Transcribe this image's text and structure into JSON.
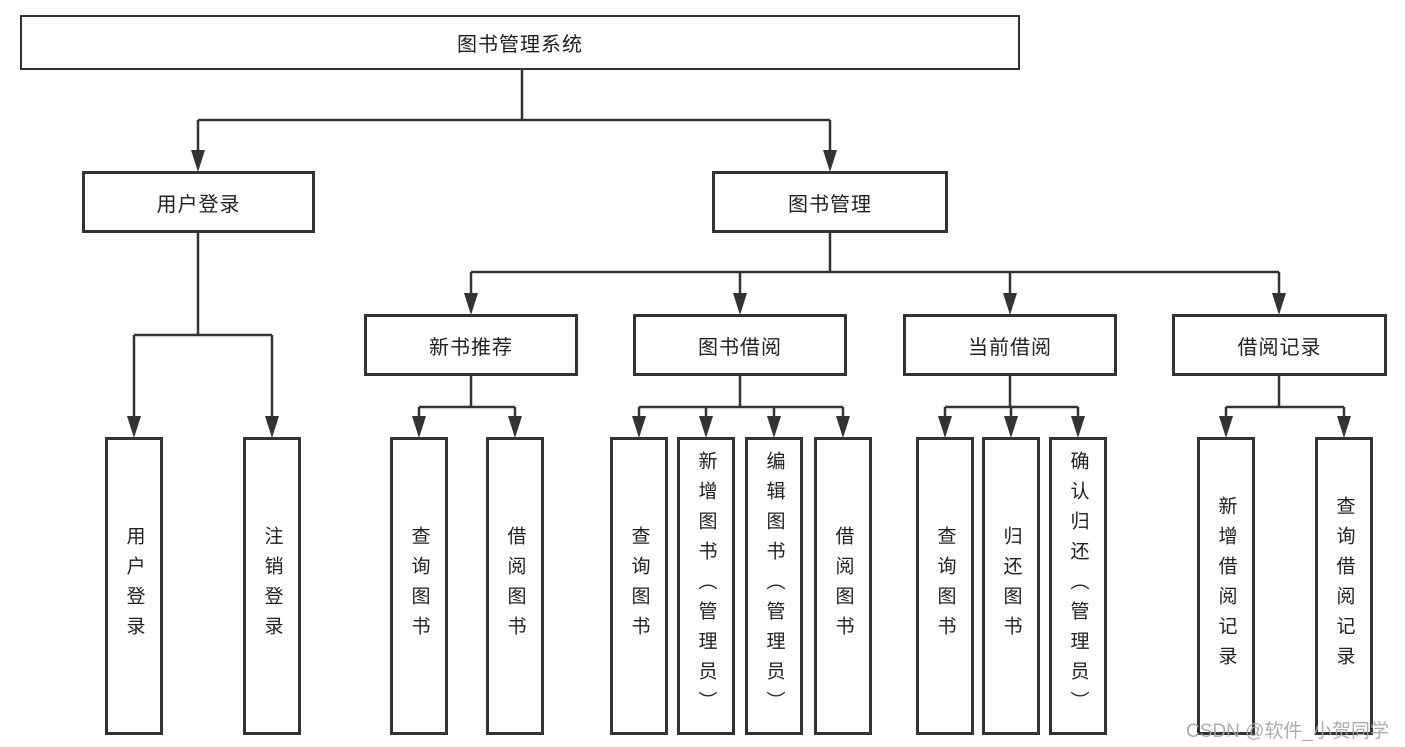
{
  "diagram": {
    "title": "图书管理系统",
    "type": "hierarchy-tree",
    "colors": {
      "line": "#333333",
      "box_border": "#333333",
      "text": "#212121",
      "background": "#ffffff",
      "watermark": "#a4a4a4"
    },
    "nodes": {
      "root": {
        "label": "图书管理系统"
      },
      "level1": [
        {
          "label": "用户登录"
        },
        {
          "label": "图书管理"
        }
      ],
      "level2": [
        {
          "label": "新书推荐"
        },
        {
          "label": "图书借阅"
        },
        {
          "label": "当前借阅"
        },
        {
          "label": "借阅记录"
        }
      ],
      "leaves": {
        "user_login": [
          {
            "label": "用户登录"
          },
          {
            "label": "注销登录"
          }
        ],
        "new_books": [
          {
            "label": "查询图书"
          },
          {
            "label": "借阅图书"
          }
        ],
        "book_borrow": [
          {
            "label": "查询图书"
          },
          {
            "label": "新增图书（管理员）"
          },
          {
            "label": "编辑图书（管理员）"
          },
          {
            "label": "借阅图书"
          }
        ],
        "current_borrow": [
          {
            "label": "查询图书"
          },
          {
            "label": "归还图书"
          },
          {
            "label": "确认归还（管理员）"
          }
        ],
        "borrow_records": [
          {
            "label": "新增借阅记录"
          },
          {
            "label": "查询借阅记录"
          }
        ]
      }
    },
    "edges": [
      {
        "from": "图书管理系统",
        "to": [
          "用户登录",
          "图书管理"
        ]
      },
      {
        "from": "用户登录",
        "to": [
          "用户登录",
          "注销登录"
        ]
      },
      {
        "from": "图书管理",
        "to": [
          "新书推荐",
          "图书借阅",
          "当前借阅",
          "借阅记录"
        ]
      },
      {
        "from": "新书推荐",
        "to": [
          "查询图书",
          "借阅图书"
        ]
      },
      {
        "from": "图书借阅",
        "to": [
          "查询图书",
          "新增图书（管理员）",
          "编辑图书（管理员）",
          "借阅图书"
        ]
      },
      {
        "from": "当前借阅",
        "to": [
          "查询图书",
          "归还图书",
          "确认归还（管理员）"
        ]
      },
      {
        "from": "借阅记录",
        "to": [
          "新增借阅记录",
          "查询借阅记录"
        ]
      }
    ],
    "watermark": "CSDN @软件_小贺同学"
  }
}
